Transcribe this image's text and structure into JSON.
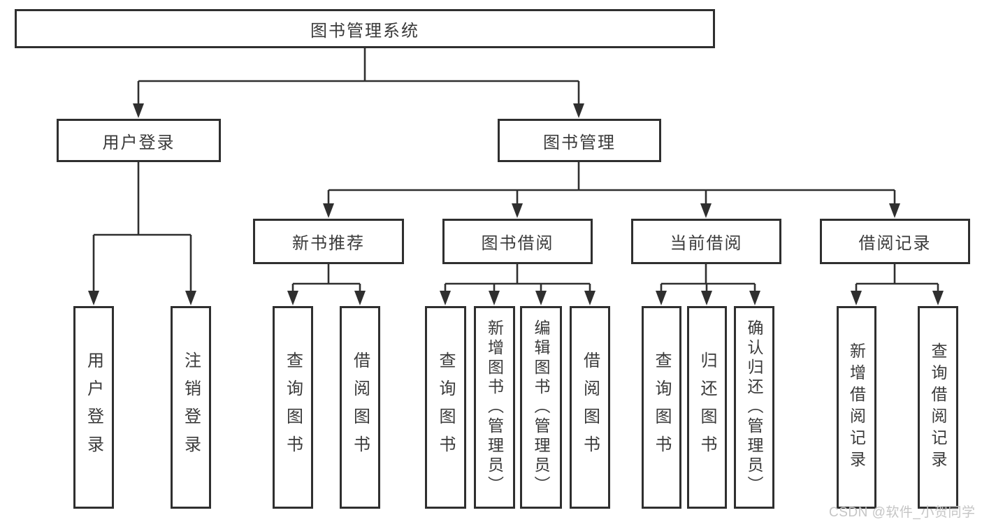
{
  "diagram": {
    "root": {
      "label": "图书管理系统"
    },
    "branches": [
      {
        "label": "用户登录",
        "children": [
          {
            "label": "用户登录"
          },
          {
            "label": "注销登录"
          }
        ]
      },
      {
        "label": "图书管理",
        "children": [
          {
            "label": "新书推荐",
            "children": [
              {
                "label": "查询图书"
              },
              {
                "label": "借阅图书"
              }
            ]
          },
          {
            "label": "图书借阅",
            "children": [
              {
                "label": "查询图书"
              },
              {
                "label": "新增图书（管理员）"
              },
              {
                "label": "编辑图书（管理员）"
              },
              {
                "label": "借阅图书"
              }
            ]
          },
          {
            "label": "当前借阅",
            "children": [
              {
                "label": "查询图书"
              },
              {
                "label": "归还图书"
              },
              {
                "label": "确认归还（管理员）"
              }
            ]
          },
          {
            "label": "借阅记录",
            "children": [
              {
                "label": "新增借阅记录"
              },
              {
                "label": "查询借阅记录"
              }
            ]
          }
        ]
      }
    ],
    "watermark": "CSDN @软件_小贺同学",
    "colors": {
      "line": "#2f2f2f",
      "text": "#3a3a3a",
      "watermark": "#c5c5c5",
      "background": "#ffffff"
    }
  }
}
